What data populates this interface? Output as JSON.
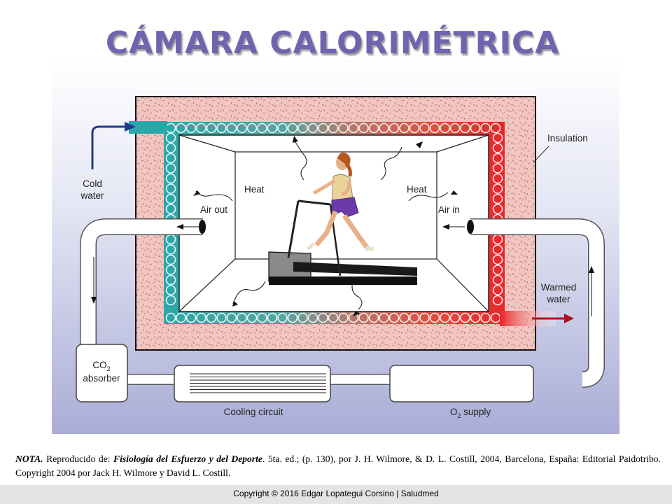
{
  "title": "CÁMARA CALORIMÉTRICA",
  "diagram": {
    "labels": {
      "insulation": "Insulation",
      "cold_water_1": "Cold",
      "cold_water_2": "water",
      "heat_left": "Heat",
      "heat_right": "Heat",
      "air_out": "Air out",
      "air_in": "Air in",
      "warmed_water_1": "Warmed",
      "warmed_water_2": "water",
      "co2_main": "CO",
      "co2_sub": "2",
      "absorber": "absorber",
      "cooling_circuit": "Cooling circuit",
      "o2_main": "O",
      "o2_sub": "2",
      "o2_rest": " supply"
    },
    "colors": {
      "background_top": "#ffffff",
      "background_bottom": "#a9add6",
      "insulation": "#f1c6c0",
      "cold": "#2aa7a8",
      "warm": "#e8262a",
      "arrow_blue": "#1f3b8f",
      "arrow_red": "#b01020"
    }
  },
  "note": {
    "lead": "NOTA.",
    "prefix": " Reproducido de: ",
    "book": "Fisiología del Esfuerzo y del Deporte",
    "rest": ". 5ta. ed.; (p. 130), por J. H. Wilmore, & D. L. Costill, 2004, Barcelona, España: Editorial Paidotribo. Copyright 2004 por Jack H. Wilmore y David L. Costill."
  },
  "footer": {
    "copyright": "Copyright © 2016 Edgar Lopategui Corsino | Saludmed"
  }
}
